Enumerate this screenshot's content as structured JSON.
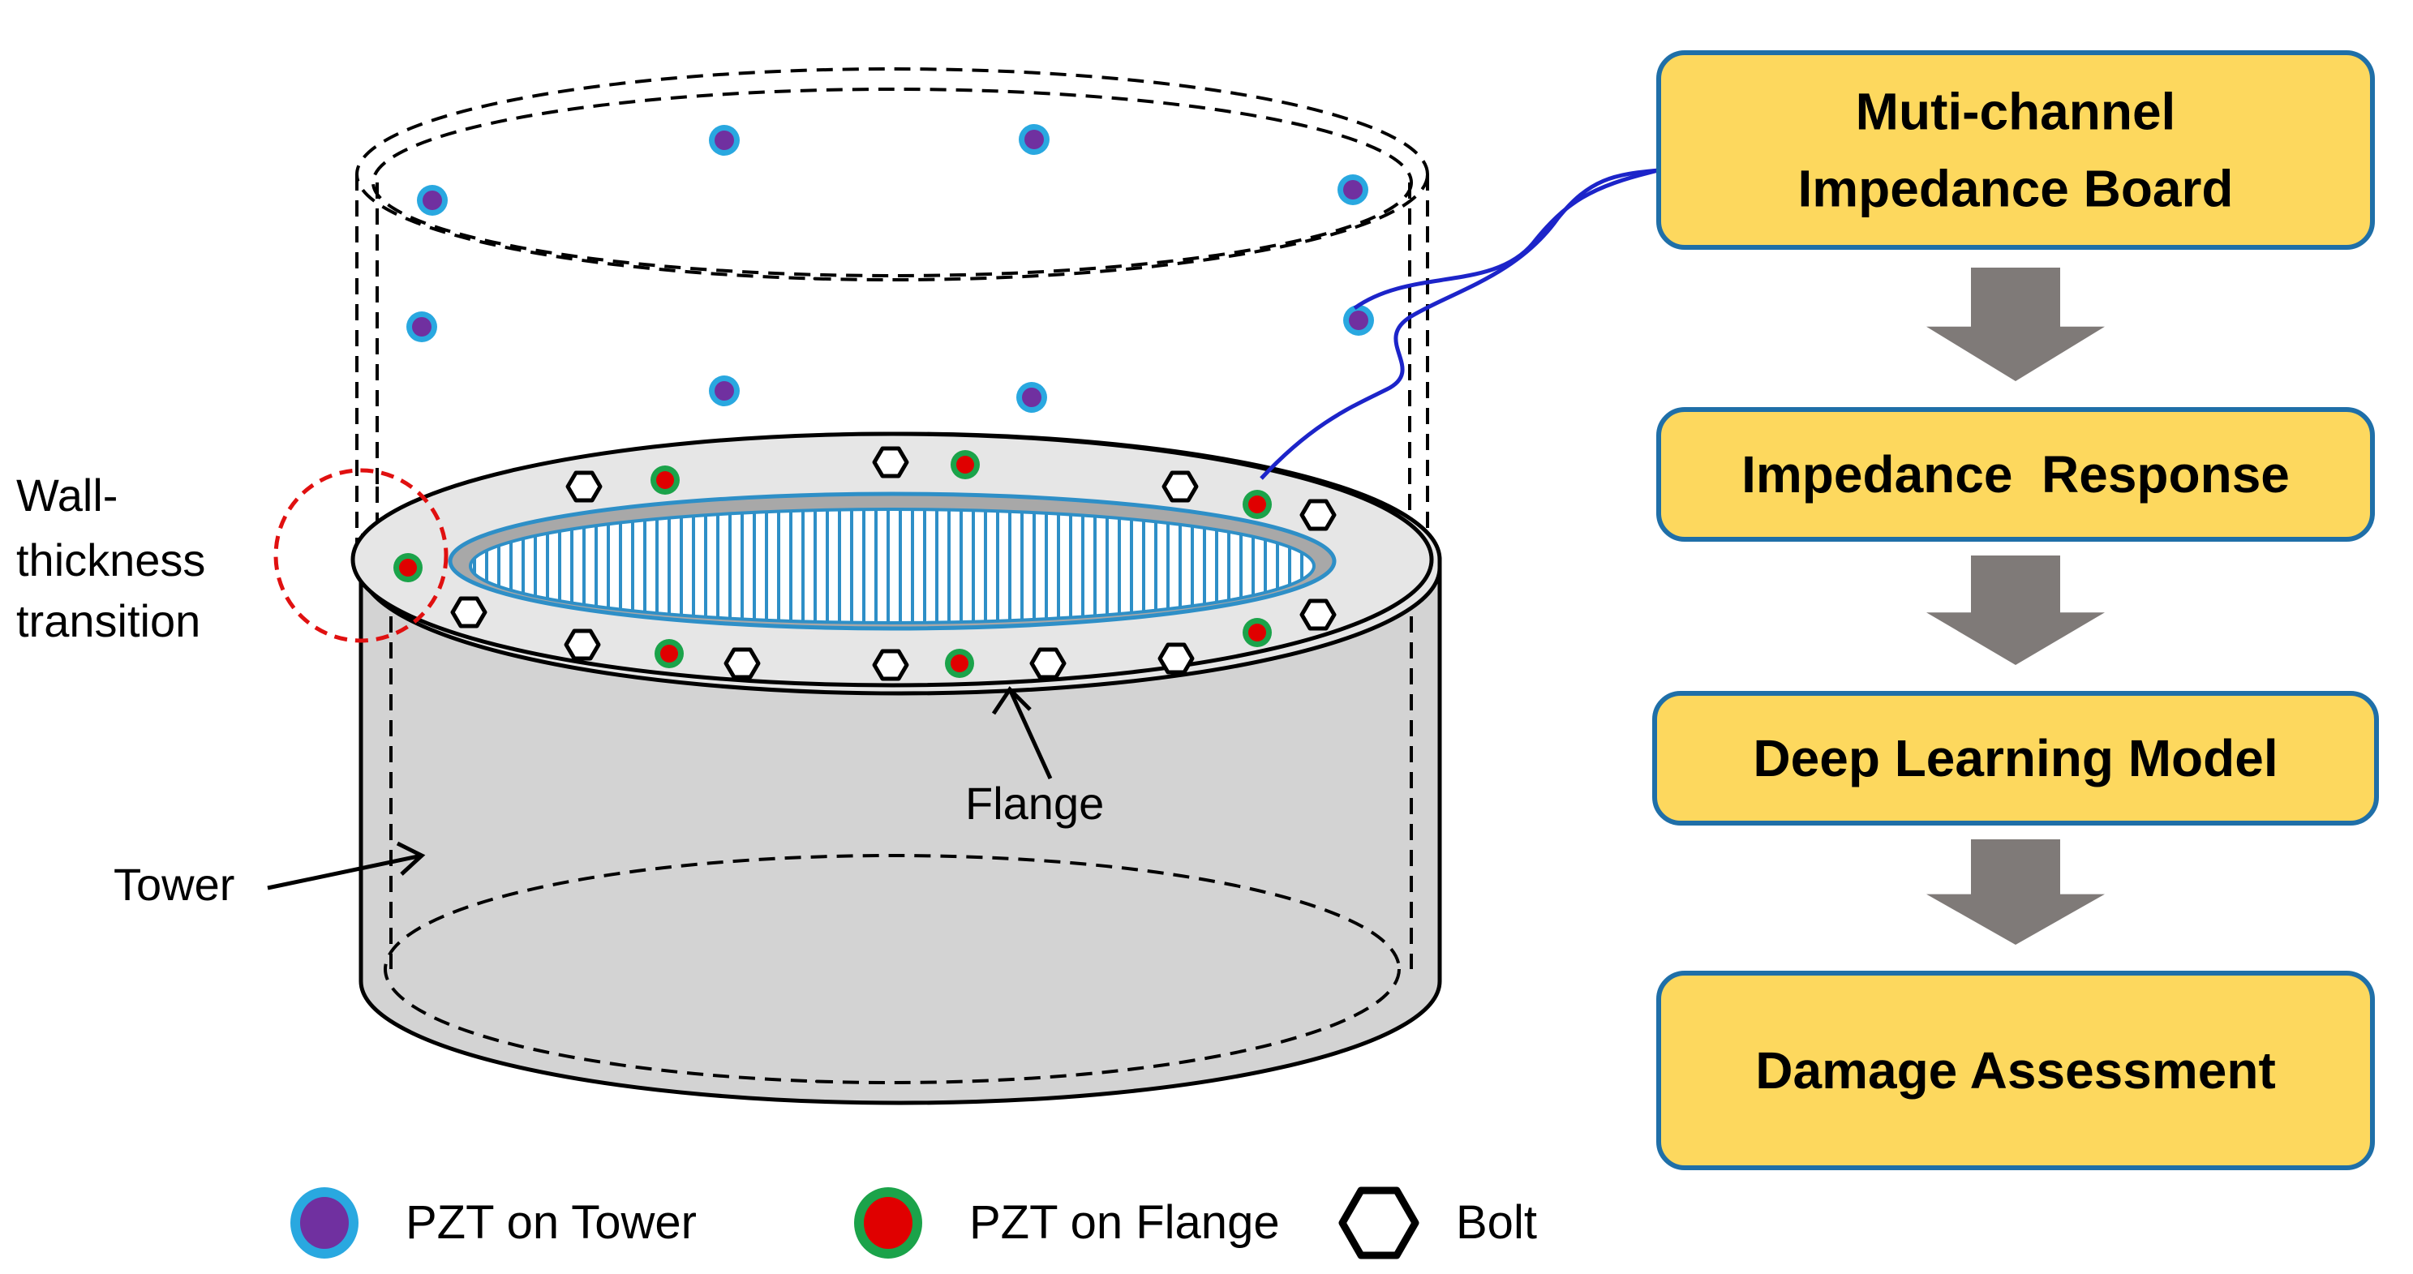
{
  "flow": {
    "boxes": [
      {
        "lines": [
          "Muti-channel",
          "Impedance Board"
        ]
      },
      {
        "lines": [
          "Impedance  Response"
        ]
      },
      {
        "lines": [
          "Deep Learning Model"
        ]
      },
      {
        "lines": [
          "Damage Assessment"
        ]
      }
    ],
    "box_fill": "#FDD85E",
    "box_stroke": "#1F6FA8",
    "arrow_color": "#7F7A78"
  },
  "diagram": {
    "labels": {
      "wall_line1": "Wall-",
      "wall_line2": "thickness",
      "wall_line3": "transition",
      "flange": "Flange",
      "tower": "Tower"
    },
    "colors": {
      "tower_fill": "#D3D3D3",
      "flange_fill": "#E6E6E6",
      "inner_hatch": "#2E8FC7",
      "cable": "#1C24C9",
      "callout": "#E01010"
    }
  },
  "legend": {
    "pzt_tower": "PZT on Tower",
    "pzt_flange": "PZT on Flange",
    "bolt": "Bolt",
    "pzt_tower_outer": "#29A8E0",
    "pzt_tower_inner": "#7030A0",
    "pzt_flange_outer": "#1BA34A",
    "pzt_flange_inner": "#E00000"
  }
}
